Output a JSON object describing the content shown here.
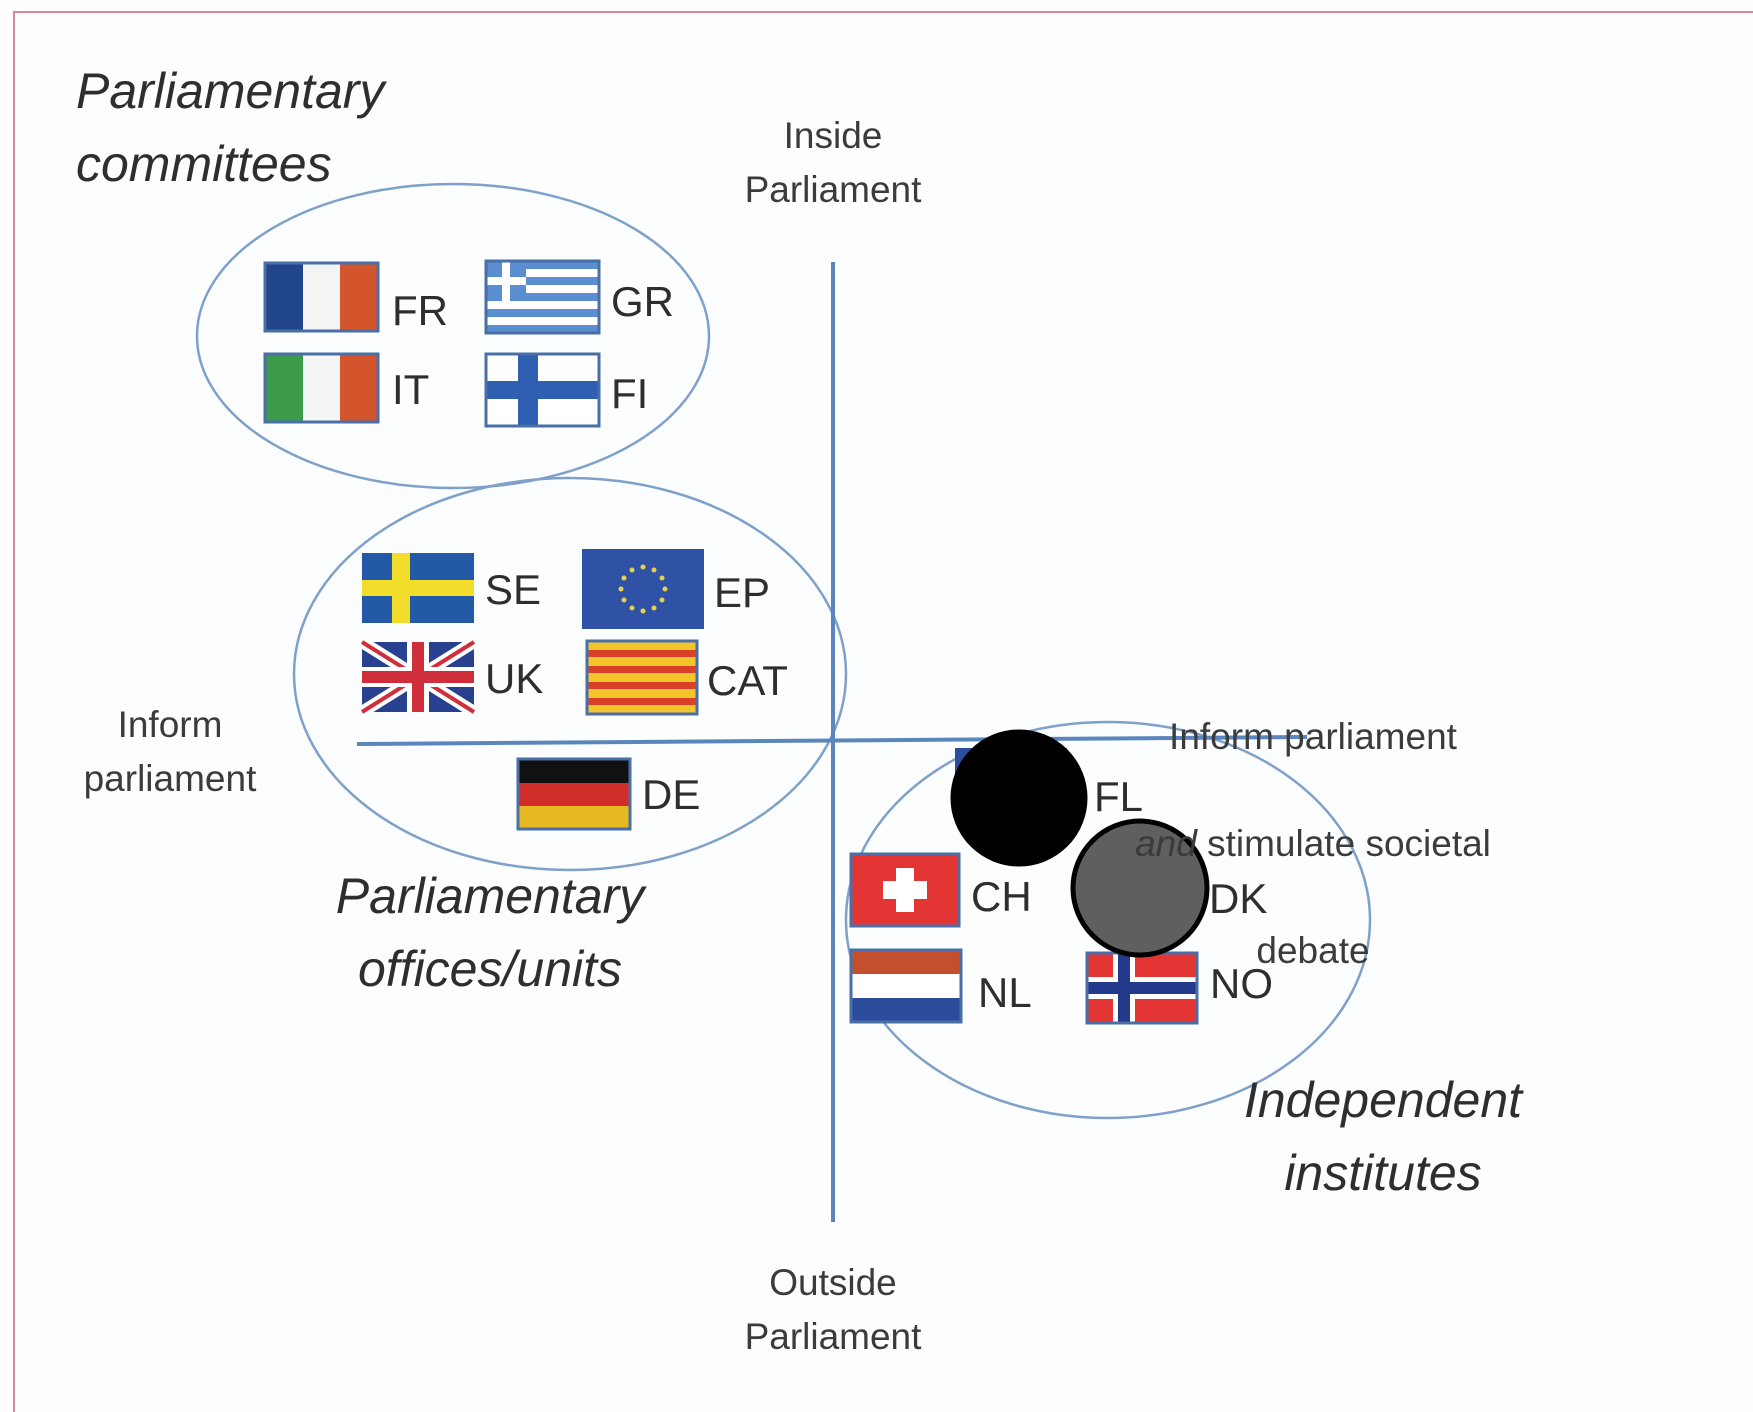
{
  "axes": {
    "top": "Inside\nParliament",
    "bottom": "Outside\nParliament",
    "left": "Inform\nparliament",
    "right_italic": "and",
    "right_line1": "Inform parliament",
    "right_line2_rest": " stimulate societal",
    "right_line3": "debate"
  },
  "groups": {
    "committees": "Parliamentary\ncommittees",
    "offices": "Parliamentary\noffices/units",
    "institutes": "Independent\ninstitutes"
  },
  "flags": {
    "fr": "FR",
    "gr": "GR",
    "it": "IT",
    "fi": "FI",
    "se": "SE",
    "ep": "EP",
    "uk": "UK",
    "cat": "CAT",
    "de": "DE",
    "fl": "FL",
    "ch": "CH",
    "dk": "DK",
    "nl": "NL",
    "no": "NO"
  },
  "colors": {
    "line": "#5b86bd",
    "ellipse": "#7fa0c9",
    "redaction_dark": "#000000",
    "redaction_gray": "#5f5f5f"
  }
}
